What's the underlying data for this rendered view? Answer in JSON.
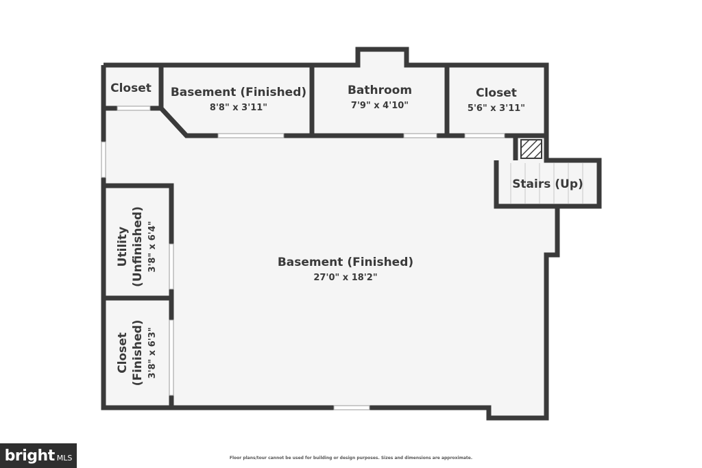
{
  "rooms": {
    "main": {
      "name": "Basement (Finished)",
      "dims": "27'0\" x 18'2\""
    },
    "closet_top_left": {
      "name": "Closet"
    },
    "basement_small": {
      "name": "Basement (Finished)",
      "dims": "8'8\" x 3'11\""
    },
    "bathroom": {
      "name": "Bathroom",
      "dims": "7'9\" x 4'10\""
    },
    "closet_top_right": {
      "name": "Closet",
      "dims": "5'6\" x 3'11\""
    },
    "stairs": {
      "name": "Stairs (Up)"
    },
    "utility": {
      "name_line1": "Utility",
      "name_line2": "(Unfinished)",
      "dims": "3'8\" x 6'4\""
    },
    "closet_left": {
      "name_line1": "Closet",
      "name_line2": "(Finished)",
      "dims": "3'8\" x 6'3\""
    }
  },
  "footer": {
    "address": "",
    "disclaimer": "Floor plans/tour cannot be used for building or design purposes. Sizes and dimensions are approximate."
  },
  "watermark": {
    "brand": "bright",
    "suffix": "MLS"
  },
  "colors": {
    "wall": "#3a3a3a",
    "floor": "#f5f5f5",
    "window": "#ffffff"
  }
}
